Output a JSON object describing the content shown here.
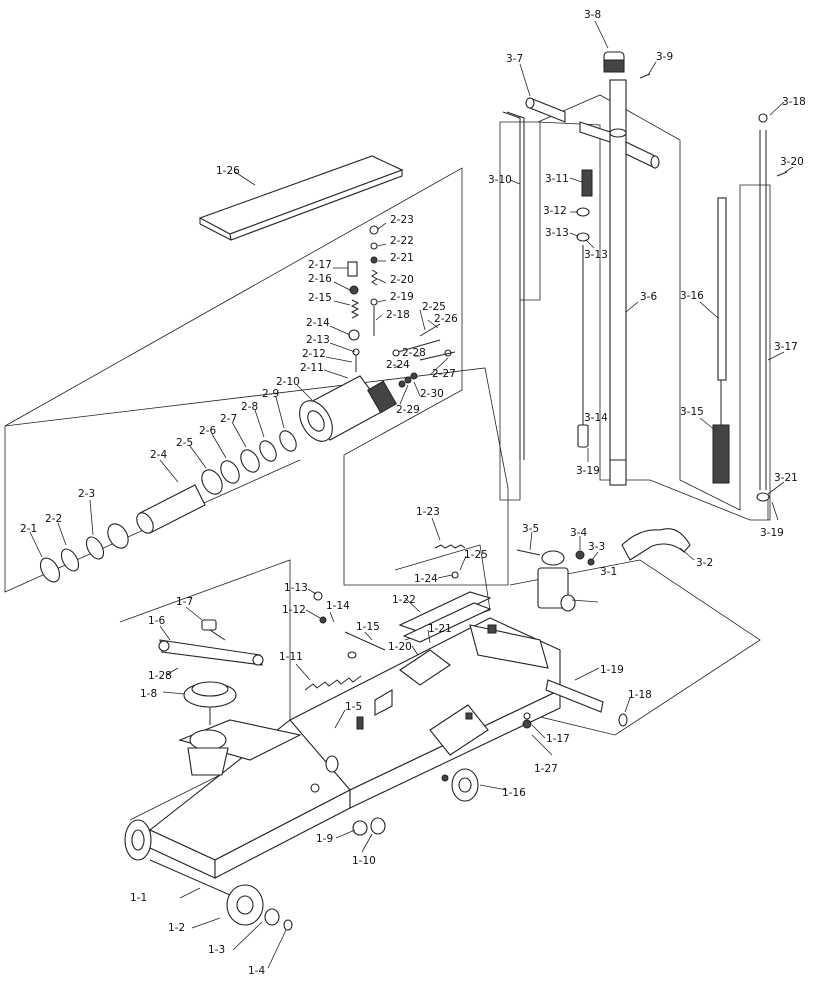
{
  "callouts": [
    {
      "id": "c1-1",
      "text": "1-1"
    },
    {
      "id": "c1-2",
      "text": "1-2"
    },
    {
      "id": "c1-3",
      "text": "1-3"
    },
    {
      "id": "c1-4",
      "text": "1-4"
    },
    {
      "id": "c1-5",
      "text": "1-5"
    },
    {
      "id": "c1-6",
      "text": "1-6"
    },
    {
      "id": "c1-7",
      "text": "1-7"
    },
    {
      "id": "c1-8",
      "text": "1-8"
    },
    {
      "id": "c1-9",
      "text": "1-9"
    },
    {
      "id": "c1-10",
      "text": "1-10"
    },
    {
      "id": "c1-11",
      "text": "1-11"
    },
    {
      "id": "c1-12",
      "text": "1-12"
    },
    {
      "id": "c1-13",
      "text": "1-13"
    },
    {
      "id": "c1-14",
      "text": "1-14"
    },
    {
      "id": "c1-15",
      "text": "1-15"
    },
    {
      "id": "c1-16",
      "text": "1-16"
    },
    {
      "id": "c1-17",
      "text": "1-17"
    },
    {
      "id": "c1-18",
      "text": "1-18"
    },
    {
      "id": "c1-19",
      "text": "1-19"
    },
    {
      "id": "c1-20",
      "text": "1-20"
    },
    {
      "id": "c1-21",
      "text": "1-21"
    },
    {
      "id": "c1-22",
      "text": "1-22"
    },
    {
      "id": "c1-23",
      "text": "1-23"
    },
    {
      "id": "c1-24",
      "text": "1-24"
    },
    {
      "id": "c1-25",
      "text": "1-25"
    },
    {
      "id": "c1-26",
      "text": "1-26"
    },
    {
      "id": "c1-27",
      "text": "1-27"
    },
    {
      "id": "c1-28",
      "text": "1-28"
    },
    {
      "id": "c2-1",
      "text": "2-1"
    },
    {
      "id": "c2-2",
      "text": "2-2"
    },
    {
      "id": "c2-3",
      "text": "2-3"
    },
    {
      "id": "c2-4",
      "text": "2-4"
    },
    {
      "id": "c2-5",
      "text": "2-5"
    },
    {
      "id": "c2-6",
      "text": "2-6"
    },
    {
      "id": "c2-7",
      "text": "2-7"
    },
    {
      "id": "c2-8",
      "text": "2-8"
    },
    {
      "id": "c2-9",
      "text": "2-9"
    },
    {
      "id": "c2-10",
      "text": "2-10"
    },
    {
      "id": "c2-11",
      "text": "2-11"
    },
    {
      "id": "c2-12",
      "text": "2-12"
    },
    {
      "id": "c2-13",
      "text": "2-13"
    },
    {
      "id": "c2-14",
      "text": "2-14"
    },
    {
      "id": "c2-15",
      "text": "2-15"
    },
    {
      "id": "c2-16",
      "text": "2-16"
    },
    {
      "id": "c2-17",
      "text": "2-17"
    },
    {
      "id": "c2-18",
      "text": "2-18"
    },
    {
      "id": "c2-19",
      "text": "2-19"
    },
    {
      "id": "c2-20",
      "text": "2-20"
    },
    {
      "id": "c2-21",
      "text": "2-21"
    },
    {
      "id": "c2-22",
      "text": "2-22"
    },
    {
      "id": "c2-23",
      "text": "2-23"
    },
    {
      "id": "c2-24",
      "text": "2-24"
    },
    {
      "id": "c2-25",
      "text": "2-25"
    },
    {
      "id": "c2-26",
      "text": "2-26"
    },
    {
      "id": "c2-27",
      "text": "2-27"
    },
    {
      "id": "c2-28",
      "text": "2-28"
    },
    {
      "id": "c2-29",
      "text": "2-29"
    },
    {
      "id": "c2-30",
      "text": "2-30"
    },
    {
      "id": "c3-1",
      "text": "3-1"
    },
    {
      "id": "c3-2",
      "text": "3-2"
    },
    {
      "id": "c3-3",
      "text": "3-3"
    },
    {
      "id": "c3-4",
      "text": "3-4"
    },
    {
      "id": "c3-5",
      "text": "3-5"
    },
    {
      "id": "c3-6",
      "text": "3-6"
    },
    {
      "id": "c3-7",
      "text": "3-7"
    },
    {
      "id": "c3-8",
      "text": "3-8"
    },
    {
      "id": "c3-9",
      "text": "3-9"
    },
    {
      "id": "c3-10",
      "text": "3-10"
    },
    {
      "id": "c3-11",
      "text": "3-11"
    },
    {
      "id": "c3-12",
      "text": "3-12"
    },
    {
      "id": "c3-13a",
      "text": "3-13"
    },
    {
      "id": "c3-13b",
      "text": "3-13"
    },
    {
      "id": "c3-14",
      "text": "3-14"
    },
    {
      "id": "c3-15",
      "text": "3-15"
    },
    {
      "id": "c3-16",
      "text": "3-16"
    },
    {
      "id": "c3-17",
      "text": "3-17"
    },
    {
      "id": "c3-18",
      "text": "3-18"
    },
    {
      "id": "c3-19a",
      "text": "3-19"
    },
    {
      "id": "c3-19b",
      "text": "3-19"
    },
    {
      "id": "c3-20",
      "text": "3-20"
    },
    {
      "id": "c3-21",
      "text": "3-21"
    }
  ],
  "colors": {
    "ink": "#222222",
    "paper": "#ffffff"
  }
}
